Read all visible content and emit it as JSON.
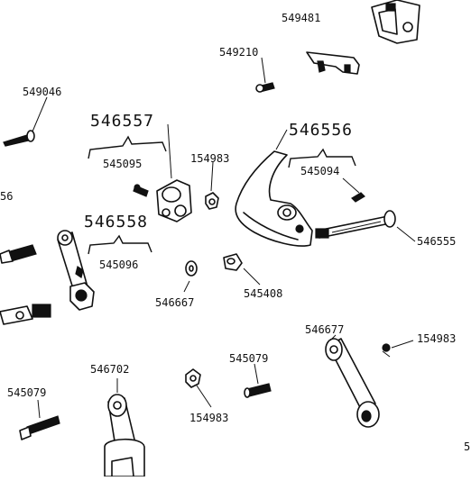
{
  "labels": {
    "p549481": "549481",
    "p549210": "549210",
    "p549046": "549046",
    "p546557": "546557",
    "p545095": "545095",
    "p154983_top": "154983",
    "p546556": "546556",
    "p545094": "545094",
    "p546558": "546558",
    "p545096": "545096",
    "p546555": "546555",
    "p546667": "546667",
    "p545408": "545408",
    "p546677": "546677",
    "p154983_right": "154983",
    "p545079_left": "545079",
    "p546702": "546702",
    "p545079_mid": "545079",
    "p154983_bottom": "154983",
    "edge_left": "56",
    "edge_bottom_right": "5"
  }
}
